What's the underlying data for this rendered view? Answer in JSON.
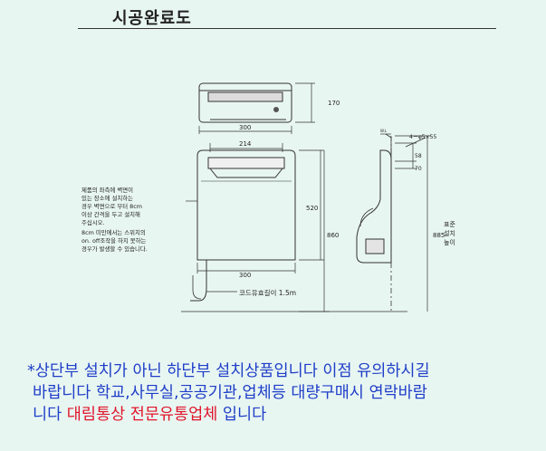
{
  "title": "시공완료도",
  "dimensions": {
    "top_width": "300",
    "top_height": "170",
    "inner_width": "214",
    "body_height": "520",
    "total_height": "860",
    "bottom_width": "300",
    "side_total": "885",
    "side_top": "58",
    "side_70": "70",
    "hole_spec": "4－φ5×55",
    "wl": "W.L"
  },
  "labels": {
    "standard_height": [
      "표준",
      "설치",
      "높이"
    ],
    "cord_length": "코드유효길이 1.5m",
    "side_note": [
      "제품의 좌측에 벽면이",
      "있는 장소에 설치하는",
      "경우 벽면으로 부터 8cm",
      "이상 간격을 두고 설치해",
      "주십시오.",
      "8cm 미만에서는 스위치의",
      "on. off조작을 하지 못하는",
      "경우가 발생할 수 있습니다."
    ]
  },
  "notice": {
    "line1": "*상단부 설치가 아닌 하단부 설치상품입니다 이점 유의하시길",
    "line2": "바랍니다 학교,사무실,공공기관,업체등 대량구매시 연락바람",
    "line3_prefix": "니다 ",
    "line3_highlight": "대림통상 전문유통업체",
    "line3_suffix": " 입니다"
  },
  "colors": {
    "background": "#e8f6f2",
    "notice_text": "#1f3ec8",
    "highlight": "#e0162b",
    "line": "#333333"
  }
}
